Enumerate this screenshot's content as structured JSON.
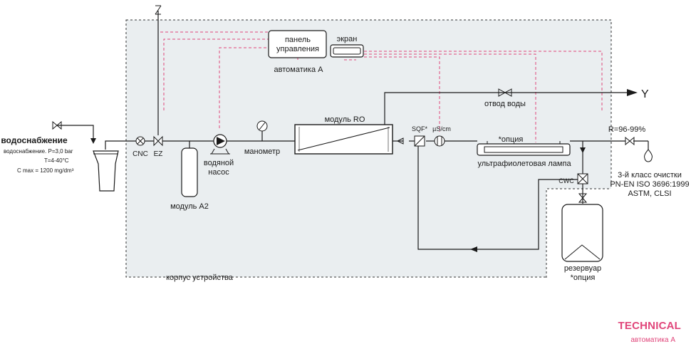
{
  "labels": {
    "water_supply": "водоснабжение",
    "water_supply_spec1": "водоснабжение. P=3,0 bar",
    "water_supply_spec2": "T=4-40°C",
    "water_supply_spec3": "C max = 1200 mg/dm³",
    "cnc": "CNC",
    "ez": "EZ",
    "module_a2": "модуль A2",
    "pump": "водяной",
    "pump2": "насос",
    "manometer": "манометр",
    "module_ro": "модуль RO",
    "control_panel1": "панель",
    "control_panel2": "управления",
    "screen": "экран",
    "automatics": "автоматика А",
    "water_outlet": "отвод воды",
    "y_mark": "Y",
    "sqf": "SQF*",
    "conductivity": "µS/cm",
    "option_uv": "*опция",
    "uv_lamp": "ультрафиолетовая лампа",
    "r_value": "R=96-99%",
    "cwc": "CWC",
    "class1": "3-й класс очистки",
    "class2": "PN-EN ISO 3696:1999",
    "class3": "ASTM, CLSI",
    "reservoir": "резервуар",
    "reservoir_option": "*опция",
    "housing": "корпус устройства"
  },
  "brand": {
    "title": "TECHNICAL",
    "subtitle": "автоматика А"
  },
  "colors": {
    "signal_line": "#e0457a",
    "housing_fill": "#eaeef0",
    "brand": "#e0457a"
  }
}
